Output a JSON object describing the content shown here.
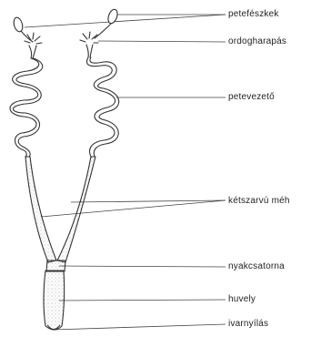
{
  "labels": {
    "ovaries": "petefészkek",
    "fimbriae": "ordogharapás",
    "oviduct": "petevezető",
    "uterus": "kétszarvú méh",
    "cervix": "nyakcsatorna",
    "vagina": "huvely",
    "vulva": "ivarnyílás"
  },
  "colors": {
    "ink": "#333333",
    "stipple": "#777777"
  }
}
